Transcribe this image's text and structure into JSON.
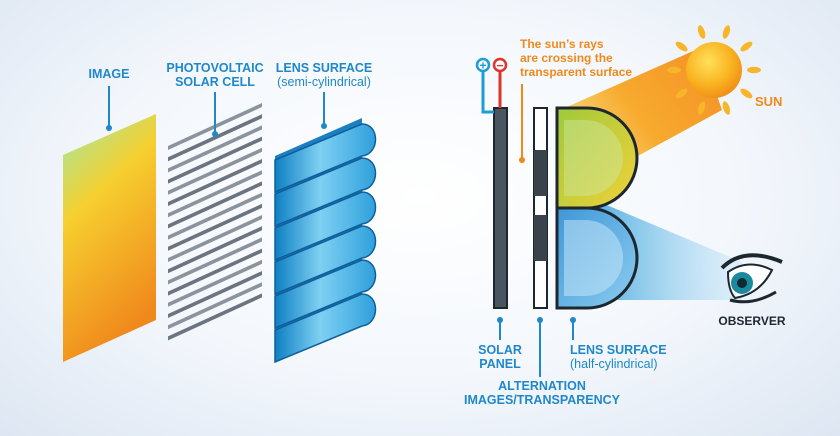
{
  "left_panel": {
    "image_label": "IMAGE",
    "cell_label_line1": "PHOTOVOLTAIC",
    "cell_label_line2": "SOLAR CELL",
    "lens_label_line1": "LENS SURFACE",
    "lens_label_line2": "(semi-cylindrical)"
  },
  "right_panel": {
    "plus_sign": "+",
    "minus_sign": "−",
    "rays_line1": "The sun’s rays",
    "rays_line2": "are crossing the",
    "rays_line3": "transparent surface",
    "sun_label": "SUN",
    "observer_label": "OBSERVER",
    "solar_panel_line1": "SOLAR",
    "solar_panel_line2": "PANEL",
    "alternation_line1": "ALTERNATION",
    "alternation_line2": "IMAGES/TRANSPARENCY",
    "lens_line1": "LENS SURFACE",
    "lens_line2": "(half-cylindrical)"
  },
  "colors": {
    "label_blue": "#1f88c9",
    "label_orange": "#f0891c",
    "plus_red": "#e0342b",
    "panel_dark": "#1d2730"
  }
}
